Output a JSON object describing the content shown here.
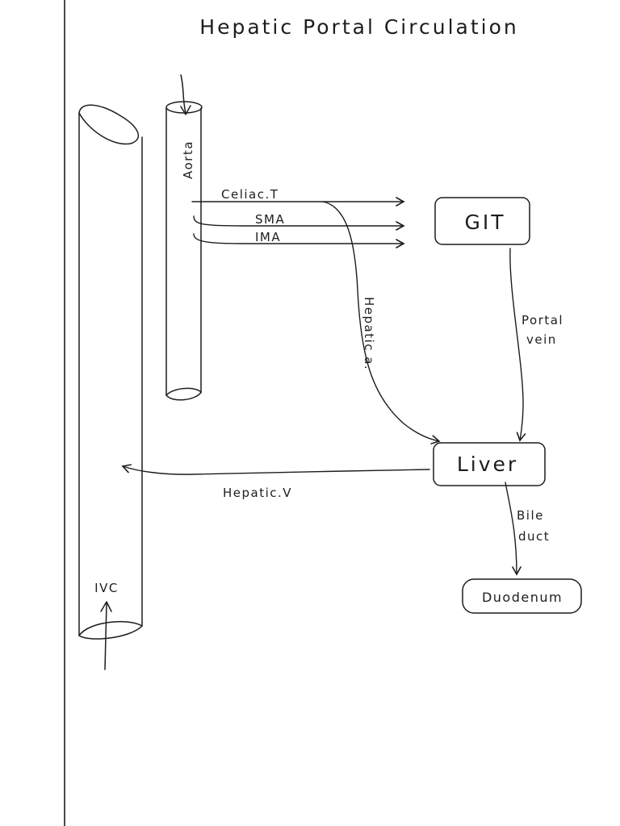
{
  "title": "Hepatic Portal Circulation",
  "vessels": {
    "aorta": "Aorta",
    "ivc": "IVC"
  },
  "branches": {
    "celiac": "Celiac.T",
    "sma": "SMA",
    "ima": "IMA"
  },
  "organs": {
    "git": "GIT",
    "liver": "Liver",
    "duodenum": "Duodenum"
  },
  "connections": {
    "hepatic_artery": "Hepatic a.",
    "portal_vein_line1": "Portal",
    "portal_vein_line2": "vein",
    "hepatic_vein": "Hepatic.V",
    "bile_duct_line1": "Bile",
    "bile_duct_line2": "duct"
  }
}
